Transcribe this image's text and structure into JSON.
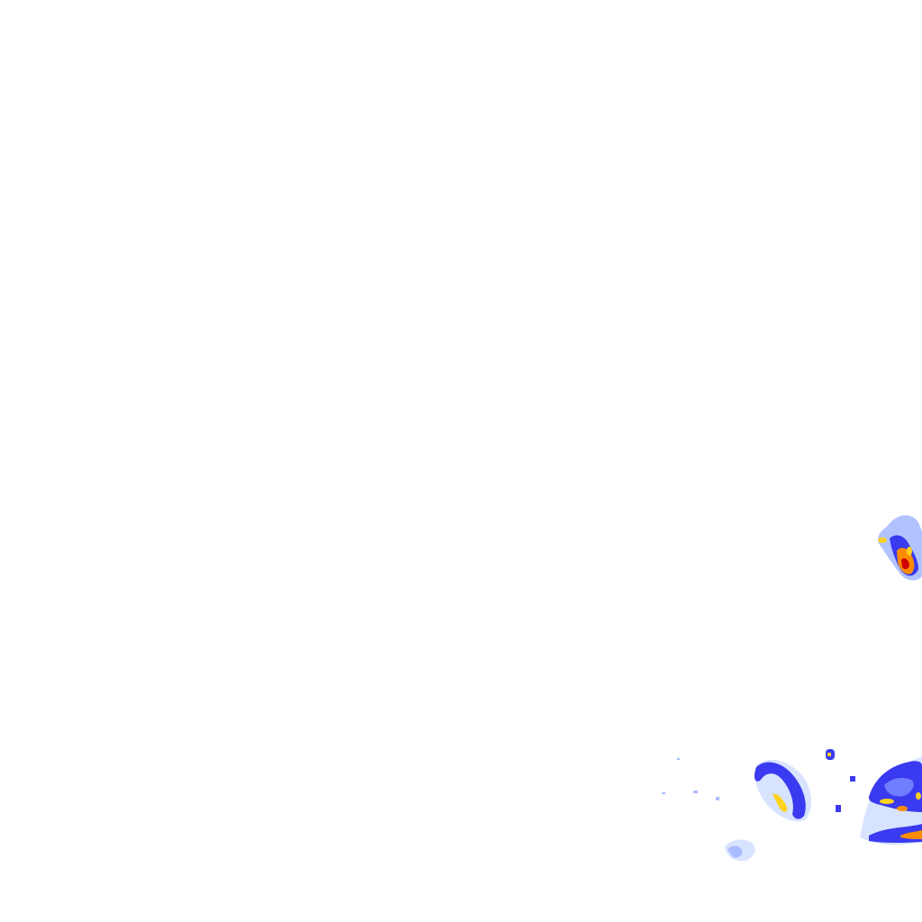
{
  "map": {
    "layer": "precipitation-radar-overlay",
    "background_color": "#ffffff",
    "intensity_colors": {
      "very_light": "#d8e4ff",
      "light": "#a9bcff",
      "moderate_light": "#6f7dff",
      "moderate": "#3a3af0",
      "heavy_low": "#ffd21f",
      "heavy": "#ff8c00",
      "very_heavy": "#ff4a00",
      "extreme": "#d10000"
    },
    "echoes": [
      {
        "name": "northeast-cell",
        "has_core": true
      },
      {
        "name": "southwest-cluster",
        "has_core": false
      },
      {
        "name": "south-central-band",
        "has_core": true
      },
      {
        "name": "southeast-band",
        "has_core": true
      }
    ]
  }
}
